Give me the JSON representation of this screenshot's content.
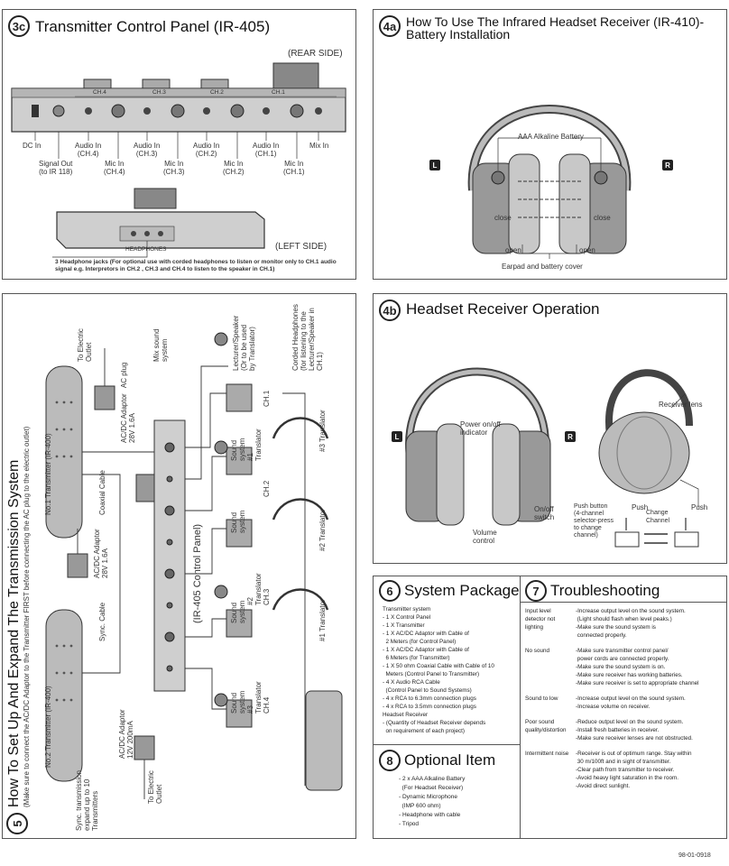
{
  "panel_3c": {
    "badge": "3c",
    "title": "Transmitter Control Panel (IR-405)",
    "rear_side": "(REAR SIDE)",
    "left_side": "(LEFT SIDE)",
    "channel_tabs": [
      "CH.4",
      "CH.3",
      "CH.2",
      "CH.1"
    ],
    "rear_labels": [
      {
        "text": "DC In",
        "pos": "dc"
      },
      {
        "text": "Signal Out\n(to IR 118)",
        "pos": "sig"
      },
      {
        "text": "Audio In\n(CH.4)",
        "pos": "a4"
      },
      {
        "text": "Mic In\n(CH.4)",
        "pos": "m4"
      },
      {
        "text": "Audio In\n(CH.3)",
        "pos": "a3"
      },
      {
        "text": "Mic In\n(CH.3)",
        "pos": "m3"
      },
      {
        "text": "Audio In\n(CH.2)",
        "pos": "a2"
      },
      {
        "text": "Mic In\n(CH.2)",
        "pos": "m2"
      },
      {
        "text": "Audio In\n(CH.1)",
        "pos": "a1"
      },
      {
        "text": "Mic In\n(CH.1)",
        "pos": "m1"
      },
      {
        "text": "Mix In",
        "pos": "mix"
      }
    ],
    "headphones_label": "HEADPHONES",
    "note": "3 Headphone jacks (For optional use with corded headphones to listen or monitor only to CH.1 audio signal e.g. Interpretors in CH.2 , CH.3 and CH.4 to listen to the speaker in CH.1)"
  },
  "panel_4a": {
    "badge": "4a",
    "title_line1": "How To Use The Infrared Headset Receiver (IR-410)-",
    "title_line2": "Battery Installation",
    "battery_label": "AAA Alkaline Battery",
    "close": "close",
    "open": "open",
    "cover_label": "Earpad and battery cover",
    "left": "L",
    "right": "R"
  },
  "panel_5": {
    "badge": "5",
    "title": "How To Set Up And Expand The Transmission System",
    "subtitle": "(Make sure to connect the AC/DC Adaptor to the Transmitter FIRST before connecting the AC plug to the electric outlet)",
    "control_panel": "(IR-405 Control Panel)",
    "no1_transmitter": "No.1 Transmitter (IR-400)",
    "no2_transmitter": "No.2 Transmitter (IR-400)",
    "coaxial": "Coaxial Cable",
    "sync_cable": "Sync. Cable",
    "sync_expand": "Sync. transmission\nexpand up to 10\nTransmitters",
    "adaptor1": "AC/DC Adaptor   AC plug\n28V 1.6A",
    "adaptor2": "AC/DC Adaptor\n28V 1.6A",
    "adaptor3": "AC/DC Adaptor\n12V 200mA",
    "electric_outlet": "To Electric\nOutlet",
    "mix_sound": "Mix sound\nsystem",
    "lecturer": "Lecturer/Speaker\n(Or to be used\nby Translator)",
    "sound_system": "Sound\nsystem",
    "translator1": "#1\nTranslator",
    "translator2": "#2\nTranslator",
    "translator3": "#3\nTranslator",
    "ch": [
      "CH.1",
      "CH.2",
      "CH.3",
      "CH.4"
    ],
    "corded": "Corded Headphones\n(for listening to the\nLecturer/Speaker in\nCH.1)",
    "hp_translators": [
      "#3 Translator",
      "#2 Translator",
      "#1 Translator"
    ]
  },
  "panel_4b": {
    "badge": "4b",
    "title": "Headset Receiver Operation",
    "power_indicator": "Power on/off\nindicator",
    "onoff_switch": "On/off\nswitch",
    "volume": "Volume\ncontrol",
    "receiver_lens": "Receiver lens",
    "push_button": "Push button\n(4-channel\nselector-press\nto change\nchannel)",
    "push": "Push",
    "change_channel": "Change\nChannel",
    "left": "L",
    "right": "R"
  },
  "panel_6": {
    "badge": "6",
    "title": "System Package",
    "items": [
      "Transmitter system",
      "- 1 X Control Panel",
      "- 1 X Transmitter",
      "- 1 X AC/DC Adaptor with Cable of",
      "  2 Meters (for Control Panel)",
      "- 1 X AC/DC Adaptor with Cable of",
      "  6 Meters (for Transmitter)",
      "- 1 X 50 ohm Coaxial Cable with Cable of 10",
      "  Meters (Control Panel to Transmitter)",
      "- 4 X Audio RCA Cable",
      "  (Control Panel to Sound Systems)",
      "- 4 x RCA to 6.3mm connection plugs",
      "- 4 x RCA to 3.5mm connection plugs",
      "Headset Receiver",
      "- (Quantity of Headset Receiver depends",
      "  on requirement of each project)"
    ]
  },
  "panel_7": {
    "badge": "7",
    "title": "Troubleshooting",
    "rows": [
      {
        "problem": "Input level\ndetector not\nlighting",
        "fixes": [
          "-Increase output level on the sound system.",
          " (Light should flash when level peaks.)",
          "-Make sure the sound system is",
          " connected properly."
        ]
      },
      {
        "problem": "No sound",
        "fixes": [
          "-Make sure transmitter control panel/",
          " power cords are connected properly.",
          "-Make sure the sound system is on.",
          "-Make sure receiver has working batteries.",
          "-Make sure receiver is set to appropriate channel"
        ]
      },
      {
        "problem": "Sound to low",
        "fixes": [
          "-Increase output level on the sound system.",
          "-Increase volume on receiver."
        ]
      },
      {
        "problem": "Poor sound\nquality/distortion",
        "fixes": [
          "-Reduce output level on the sound system.",
          "-Install fresh batteries in receiver.",
          "-Make sure receiver lenses are not obstructed."
        ]
      },
      {
        "problem": "Intermittent noise",
        "fixes": [
          "-Receiver is out of optimum range. Stay within",
          " 30 m/100ft and in sight of transmitter.",
          "-Clear path from transmitter to receiver.",
          "-Avoid heavy light saturation in the room.",
          "-Avoid direct sunlight."
        ]
      }
    ]
  },
  "panel_8": {
    "badge": "8",
    "title": "Optional Item",
    "items": [
      "- 2 x AAA Alkaline Battery",
      "  (For Headset Receiver)",
      "- Dynamic Microphone",
      "  (IMP 600 ohm)",
      "- Headphone with cable",
      "- Tripod"
    ]
  },
  "footer": {
    "code": "98-01-0918"
  }
}
